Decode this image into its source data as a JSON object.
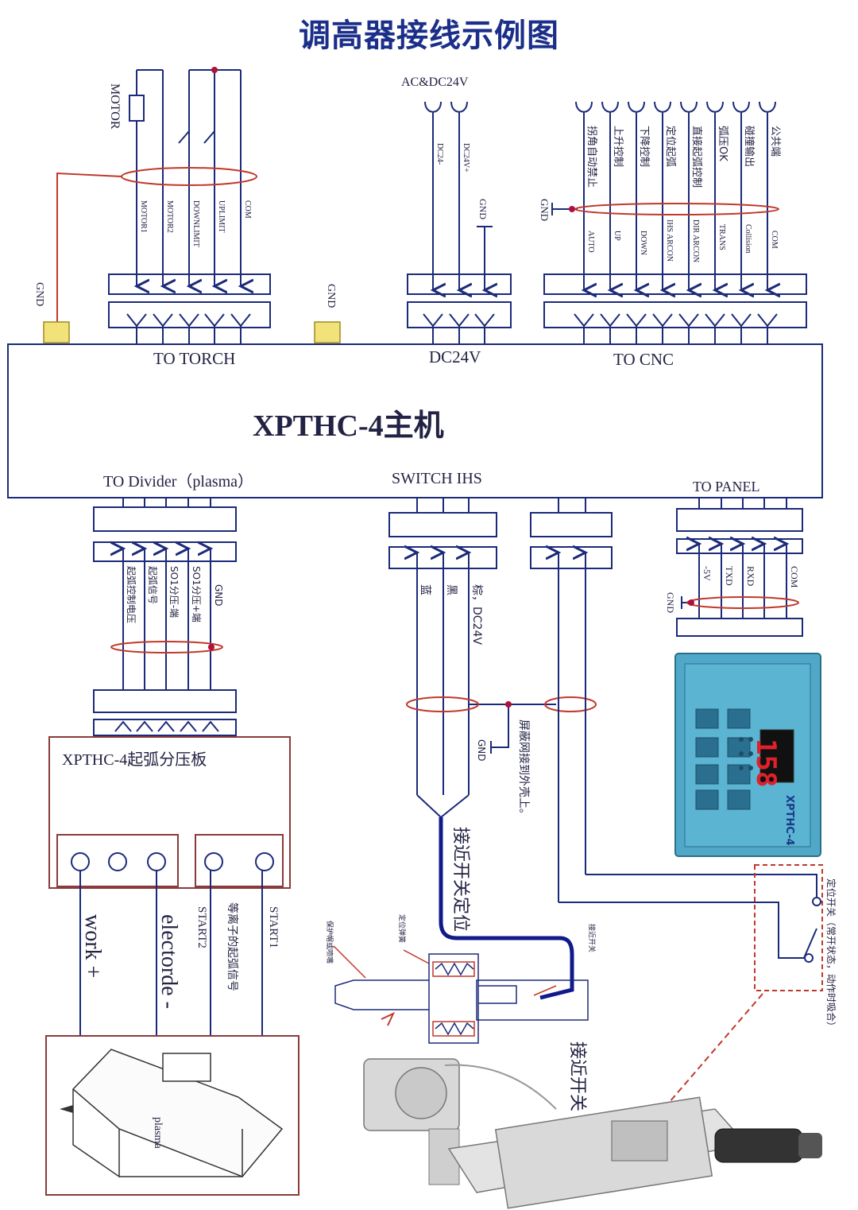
{
  "title": "调高器接线示例图",
  "main_unit": "XPTHC-4主机",
  "ports": {
    "torch": "TO TORCH",
    "dc24v": "DC24V",
    "cnc": "TO CNC",
    "divider": "TO Divider（plasma）",
    "switch_ihs": "SWITCH IHS",
    "panel": "TO PANEL"
  },
  "gnd": "GND",
  "motor": "MOTOR",
  "ac_dc_24v": "AC&DC24V",
  "torch_signals": [
    "MOTOR1",
    "MOTOR2",
    "DOWNLIMIT",
    "UPLIMIT",
    "COM"
  ],
  "dc_signals": [
    "DC24-",
    "DC24V+"
  ],
  "cnc_cn": [
    "拐角自动禁止",
    "上升控制",
    "下降控制",
    "定位起弧",
    "直接起弧控制",
    "弧压OK",
    "碰撞输出",
    "公共端"
  ],
  "cnc_en": [
    "AUTO",
    "UP",
    "DOWN",
    "IHS ARCON",
    "DIR ARCON",
    "TRANS",
    "Collision",
    "COM"
  ],
  "divider_signals": [
    "起弧控制电压",
    "起弧信号",
    "SO1分压-端",
    "SO1分压+端",
    "GND"
  ],
  "switch_signals": [
    "蓝",
    "黑",
    "棕，DC24V"
  ],
  "panel_signals": [
    "-5V",
    "TXD",
    "RXD",
    "COM"
  ],
  "divider_board": "XPTHC-4起弧分压板",
  "shield_note": "屏蔽网接到外壳上。",
  "proximity_position": "接近开关定位",
  "proximity_switch": "接近开关",
  "work": "work +",
  "electrode": "electorde -",
  "start1": "START1",
  "start2": "START2",
  "arc_signal_note": "等离子的起弧信号",
  "plasma": "plasma",
  "positioning_switch_note": "定位开关（常开状态，动作时吸合）",
  "small_labels": {
    "protect_nozzle": "保护帽或喷嘴",
    "position_spring": "定位弹簧",
    "prox_switch_small": "接近开关"
  },
  "display_value": "158",
  "panel_brand": "XPTHC-4",
  "colors": {
    "line": "#1b2a7a",
    "ground_wire": "#c0392b",
    "shield": "#c0392b",
    "thick_wire": "#101a8a",
    "panel_bg": "#4fa8c8"
  }
}
